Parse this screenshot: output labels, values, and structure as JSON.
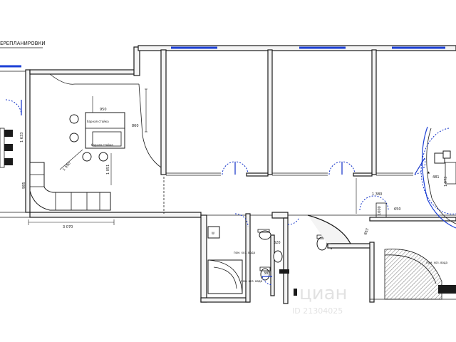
{
  "plan": {
    "title": "ЕРЕПЛАНИРОВКИ"
  },
  "dimensions": {
    "d_3070": "3 070",
    "d_1633": "1 633",
    "d_1590": "1 590",
    "d_1051": "1 051",
    "d_985": "985",
    "d_1380": "1 380",
    "d_1000": "1000",
    "d_860": "860",
    "d_950": "950",
    "d_863": "863",
    "d_650": "650",
    "d_320": "320",
    "d_387": "387",
    "d_481": "481",
    "d_1073": "1 073"
  },
  "labels": {
    "bar_counter_top": "барная стойка",
    "bar_counter_bottom": "барная стойка",
    "wc_label": "пом. хоз. вода",
    "bath_label": "пом. хоз. вода",
    "right_room_label": "пом. хоз. вода",
    "w_mark": "W"
  },
  "watermark": {
    "text": "циан",
    "sub": "ID 21304025"
  }
}
